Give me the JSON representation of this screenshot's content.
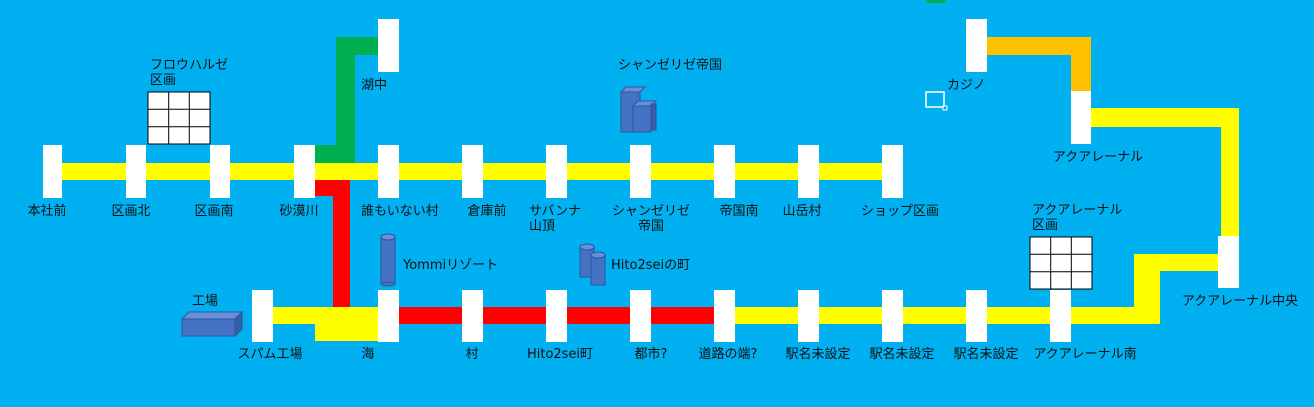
{
  "colors": {
    "background": "#00B0F0",
    "line_yellow": "#FFFF00",
    "line_red": "#FF0000",
    "line_green": "#00B050",
    "line_orange": "#FFC000",
    "station": "#FFFFFF",
    "building": "#4472C4"
  },
  "lines": [
    {
      "name": "",
      "color": "#FFFF00",
      "stations": [
        "本社前",
        "区画北",
        "区画南",
        "砂漠川",
        "誰もいない村",
        "倉庫前",
        "サバンナ\n山頂",
        "シャンゼリゼ\n帝国",
        "帝国南",
        "山岳村",
        "ショップ区画"
      ]
    },
    {
      "name": "",
      "color": "#FF0000",
      "stations": [
        "砂漠川",
        "海",
        "村",
        "Hito2sei町",
        "都市?",
        "道路の端?"
      ]
    },
    {
      "name": "",
      "color": "#FFFF00",
      "stations": [
        "スパム工場",
        "海",
        "道路の端?",
        "駅名未設定",
        "駅名未設定",
        "駅名未設定",
        "アクアレーナル南",
        "アクアレーナル中央",
        "アクアレーナル",
        "カジノ"
      ]
    },
    {
      "name": "",
      "color": "#00B050",
      "stations": [
        "砂漠川",
        "湖中"
      ]
    }
  ],
  "station_labels": {
    "honsha": "本社前",
    "kukaku_kita": "区画北",
    "kukaku_minami": "区画南",
    "sabakugawa": "砂漠川",
    "daremo": "誰もいない村",
    "souko": "倉庫前",
    "savanna": "サバンナ\n山頂",
    "champs": "シャンゼリゼ\n帝国",
    "teikoku_minami": "帝国南",
    "sangaku": "山岳村",
    "shop": "ショップ区画",
    "konaka": "湖中",
    "spam": "スパム工場",
    "umi": "海",
    "mura": "村",
    "hito2sei": "Hito2sei町",
    "toshi": "都市?",
    "douro": "道路の端?",
    "mitei1": "駅名未設定",
    "mitei2": "駅名未設定",
    "mitei3": "駅名未設定",
    "aqua_minami": "アクアレーナル南",
    "aqua_chuo": "アクアレーナル中央",
    "aqua": "アクアレーナル",
    "casino": "カジノ"
  },
  "area_labels": {
    "frouharuze": "フロウハルゼ\n区画",
    "champs_empire": "シャンゼリゼ帝国",
    "yommi": "Yommiリゾート",
    "hito2sei_town": "Hito2seiの町",
    "factory": "工場",
    "aqua_district": "アクアレーナル\n区画"
  }
}
